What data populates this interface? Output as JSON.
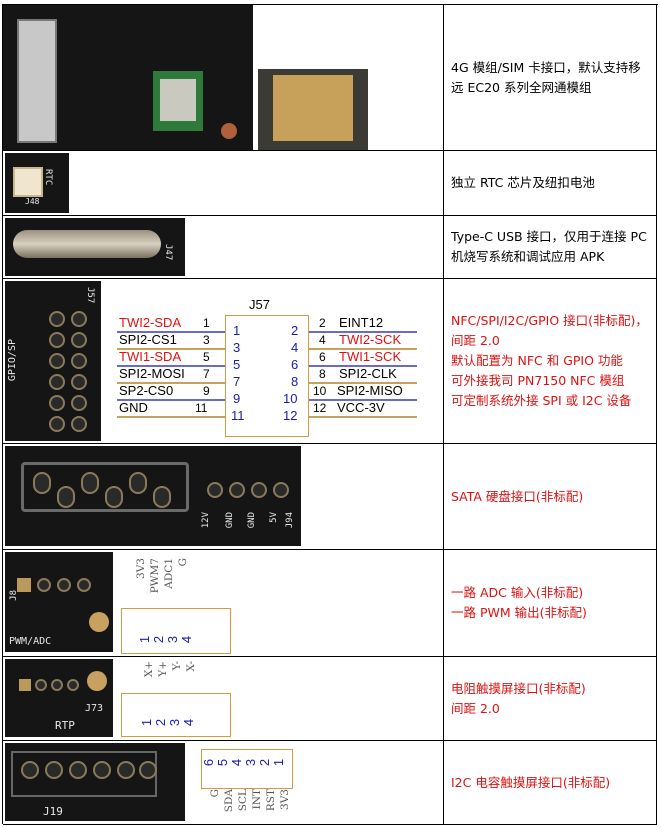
{
  "rows": [
    {
      "id": "4g",
      "lines": [
        "4G 模组/SIM 卡接口，默认支持移",
        "远 EC20 系列全网通模组"
      ],
      "color": "black"
    },
    {
      "id": "rtc",
      "lines": [
        "独立 RTC 芯片及纽扣电池"
      ],
      "color": "black",
      "silk": [
        "RTC",
        "J48"
      ]
    },
    {
      "id": "typec",
      "lines": [
        "Type-C USB 接口，仅用于连接 PC",
        "机烧写系统和调试应用 APK"
      ],
      "color": "black",
      "silk": [
        "J47"
      ]
    },
    {
      "id": "nfc",
      "lines": [
        "NFC/SPI/I2C/GPIO 接口(非标配)，",
        "间距 2.0",
        "默认配置为 NFC 和 GPIO 功能",
        "可外接我司 PN7150 NFC 模组",
        "可定制系统外接 SPI 或 I2C 设备"
      ],
      "color": "red",
      "silk": [
        "J57",
        "GPIO/SP"
      ],
      "schematic": {
        "title": "J57",
        "left_labels": [
          "TWI2-SDA",
          "SPI2-CS1",
          "TWI1-SDA",
          "SPI2-MOSI",
          "SP2-CS0",
          "GND"
        ],
        "left_colors": [
          "red",
          "black",
          "red",
          "black",
          "black",
          "black"
        ],
        "left_pins": [
          "1",
          "3",
          "5",
          "7",
          "9",
          "11"
        ],
        "right_labels": [
          "EINT12",
          "TWI2-SCK",
          "TWI1-SCK",
          "SPI2-CLK",
          "SPI2-MISO",
          "VCC-3V"
        ],
        "right_colors": [
          "black",
          "red",
          "red",
          "black",
          "black",
          "black"
        ],
        "right_pins": [
          "2",
          "4",
          "6",
          "8",
          "10",
          "12"
        ],
        "inner_left": [
          "1",
          "3",
          "5",
          "7",
          "9",
          "11"
        ],
        "inner_right": [
          "2",
          "4",
          "6",
          "8",
          "10",
          "12"
        ]
      }
    },
    {
      "id": "sata",
      "lines": [
        "SATA 硬盘接口(非标配)"
      ],
      "color": "red",
      "silk": [
        "12V",
        "GND",
        "GND",
        "5V",
        "J94"
      ]
    },
    {
      "id": "adc",
      "lines": [
        "一路 ADC 输入(非标配)",
        "一路 PWM 输出(非标配)"
      ],
      "color": "red",
      "silk": [
        "PWM/ADC",
        "J8"
      ],
      "pin_labels": [
        "3V3",
        "PWM7",
        "ADC1",
        "G"
      ],
      "pin_numbers": [
        "1",
        "2",
        "3",
        "4"
      ]
    },
    {
      "id": "rtp",
      "lines": [
        "电阻触摸屏接口(非标配)",
        "间距 2.0"
      ],
      "color": "red",
      "silk": [
        "RTP",
        "J73"
      ],
      "pin_labels": [
        "X+",
        "Y+",
        "Y-",
        "X-"
      ],
      "pin_numbers": [
        "1",
        "2",
        "3",
        "4"
      ]
    },
    {
      "id": "i2c",
      "lines": [
        "I2C 电容触摸屏接口(非标配)"
      ],
      "color": "red",
      "silk": [
        "J19"
      ],
      "pin_labels": [
        "G",
        "SDA",
        "SCL",
        "INT",
        "RST",
        "3V3"
      ],
      "pin_numbers": [
        "6",
        "5",
        "4",
        "3",
        "2",
        "1"
      ]
    }
  ]
}
